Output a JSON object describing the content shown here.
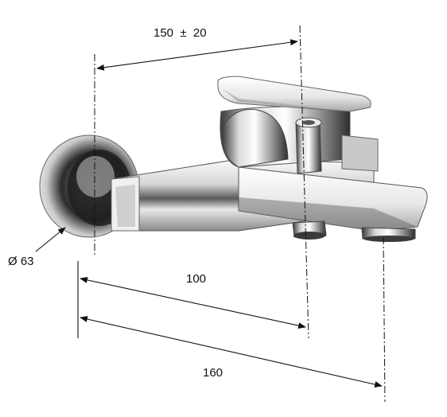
{
  "dimensions": {
    "spacing": "150  ±  20",
    "rosette_diameter": "Ø 63",
    "spout_projection": "100",
    "overall_length": "160"
  },
  "colors": {
    "chrome_light": "#f4f4f4",
    "chrome_mid": "#b5b5b5",
    "chrome_dark": "#2a2a2a",
    "line": "#111111"
  }
}
